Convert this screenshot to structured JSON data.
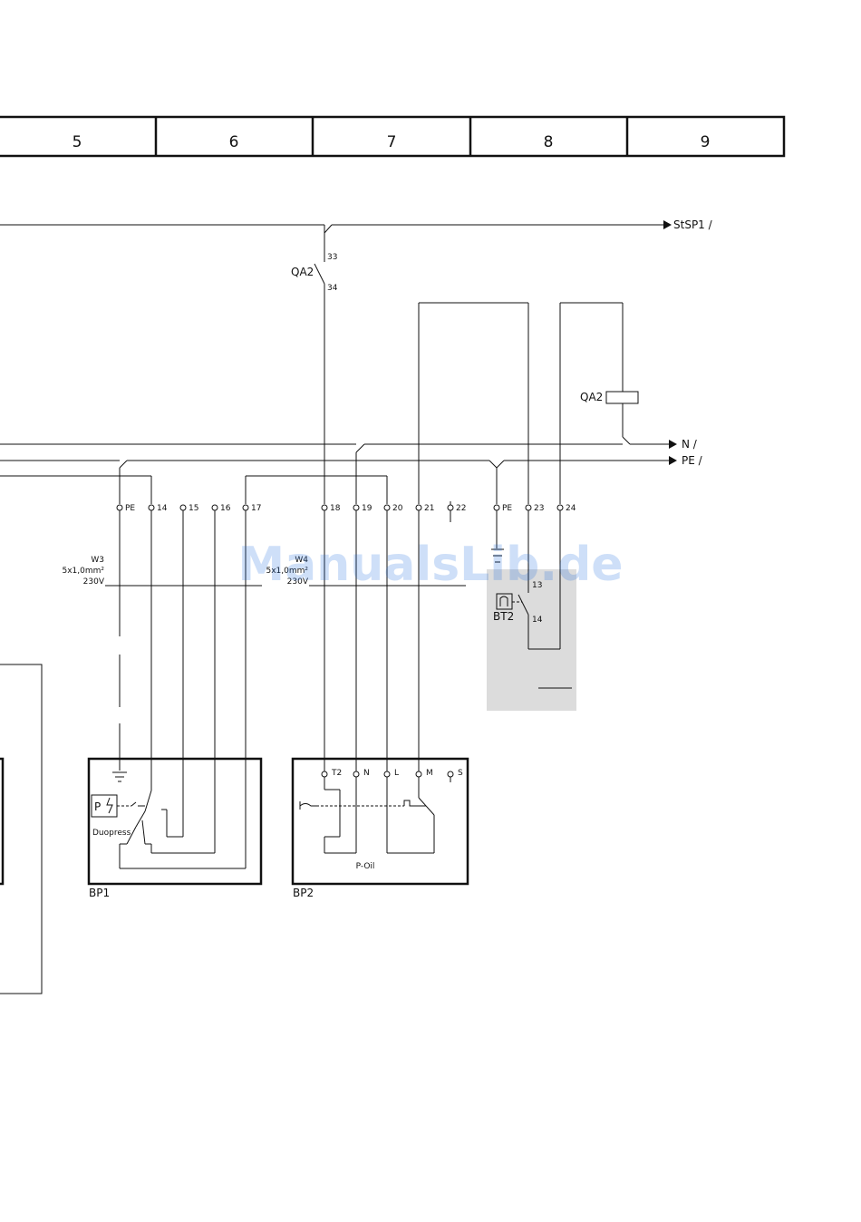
{
  "header": {
    "columns": [
      "5",
      "6",
      "7",
      "8",
      "9"
    ]
  },
  "signals": {
    "stsp1": "StSP1 /",
    "n": "N /",
    "pe": "PE /"
  },
  "contactor": {
    "label_contact": "QA2",
    "label_coil": "QA2",
    "pin_top": "33",
    "pin_bottom": "34"
  },
  "terminals": [
    "PE",
    "14",
    "15",
    "16",
    "17",
    "18",
    "19",
    "20",
    "21",
    "22",
    "PE",
    "23",
    "24"
  ],
  "cables": {
    "w3": {
      "name": "W3",
      "spec": "5x1,0mm²",
      "voltage": "230V"
    },
    "w4": {
      "name": "W4",
      "spec": "5x1,0mm²",
      "voltage": "230V"
    }
  },
  "thermostat": {
    "label": "BT2",
    "pin_top": "13",
    "pin_bottom": "14"
  },
  "devices": {
    "bp1": {
      "label": "BP1",
      "name": "Duopress",
      "sensor": "P"
    },
    "bp2": {
      "label": "BP2",
      "name": "P-Oil",
      "pins": [
        "T2",
        "N",
        "L",
        "M",
        "S"
      ]
    }
  },
  "watermark": "ManualsLib.de"
}
